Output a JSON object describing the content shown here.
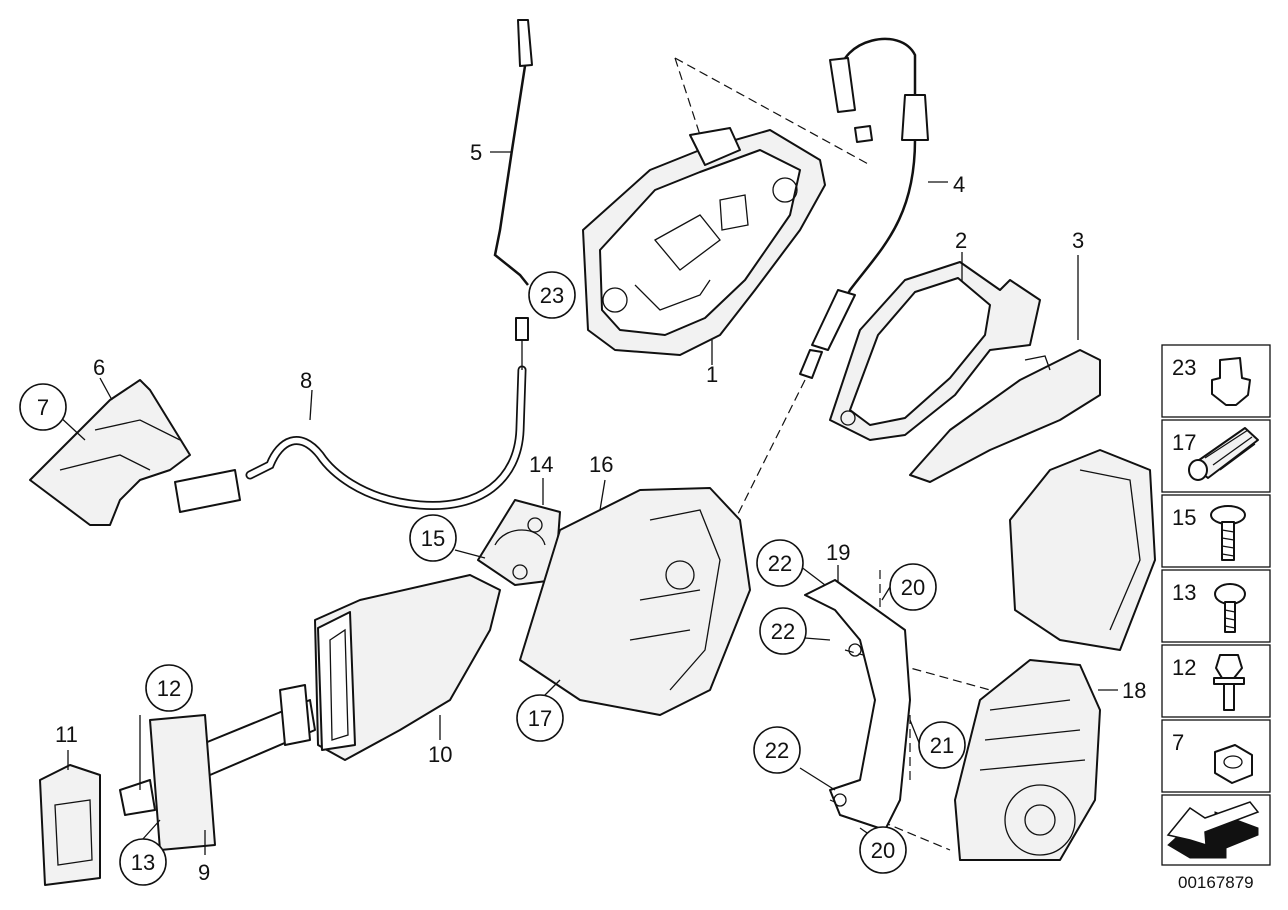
{
  "diagram": {
    "callouts": [
      "1",
      "2",
      "3",
      "4",
      "5",
      "6",
      "7",
      "8",
      "9",
      "10",
      "11",
      "12",
      "13",
      "14",
      "15",
      "16",
      "17",
      "18",
      "19",
      "20",
      "21",
      "22",
      "23"
    ],
    "circled_callouts": [
      "23",
      "7",
      "15",
      "17",
      "12",
      "13",
      "22",
      "22",
      "20",
      "21",
      "22",
      "20"
    ],
    "legend_items": [
      "23",
      "17",
      "15",
      "13",
      "12",
      "7"
    ],
    "image_id": "00167879"
  }
}
